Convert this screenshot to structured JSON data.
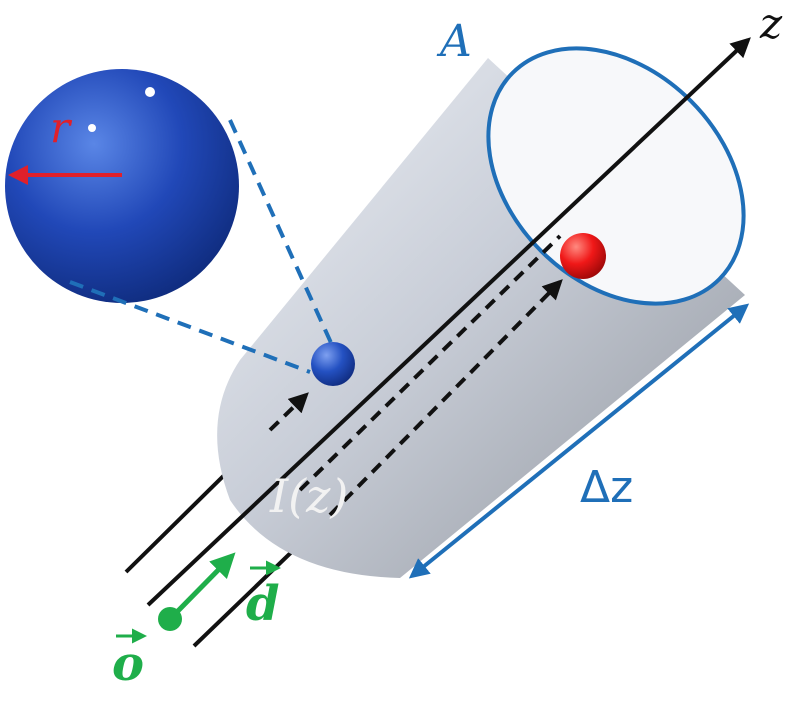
{
  "labels": {
    "axis": "z",
    "area": "A",
    "radius": "r",
    "intensity": "I(z)",
    "thickness": "Δz",
    "origin": "o",
    "direction": "d"
  },
  "colors": {
    "black": "#111111",
    "blue_label": "#1f6fb8",
    "red_label": "#e0202a",
    "green": "#1fae4a",
    "intensity_label": "#f2f2f2",
    "sphere_blue": "#1c46b0",
    "particle_red": "#e81818"
  }
}
